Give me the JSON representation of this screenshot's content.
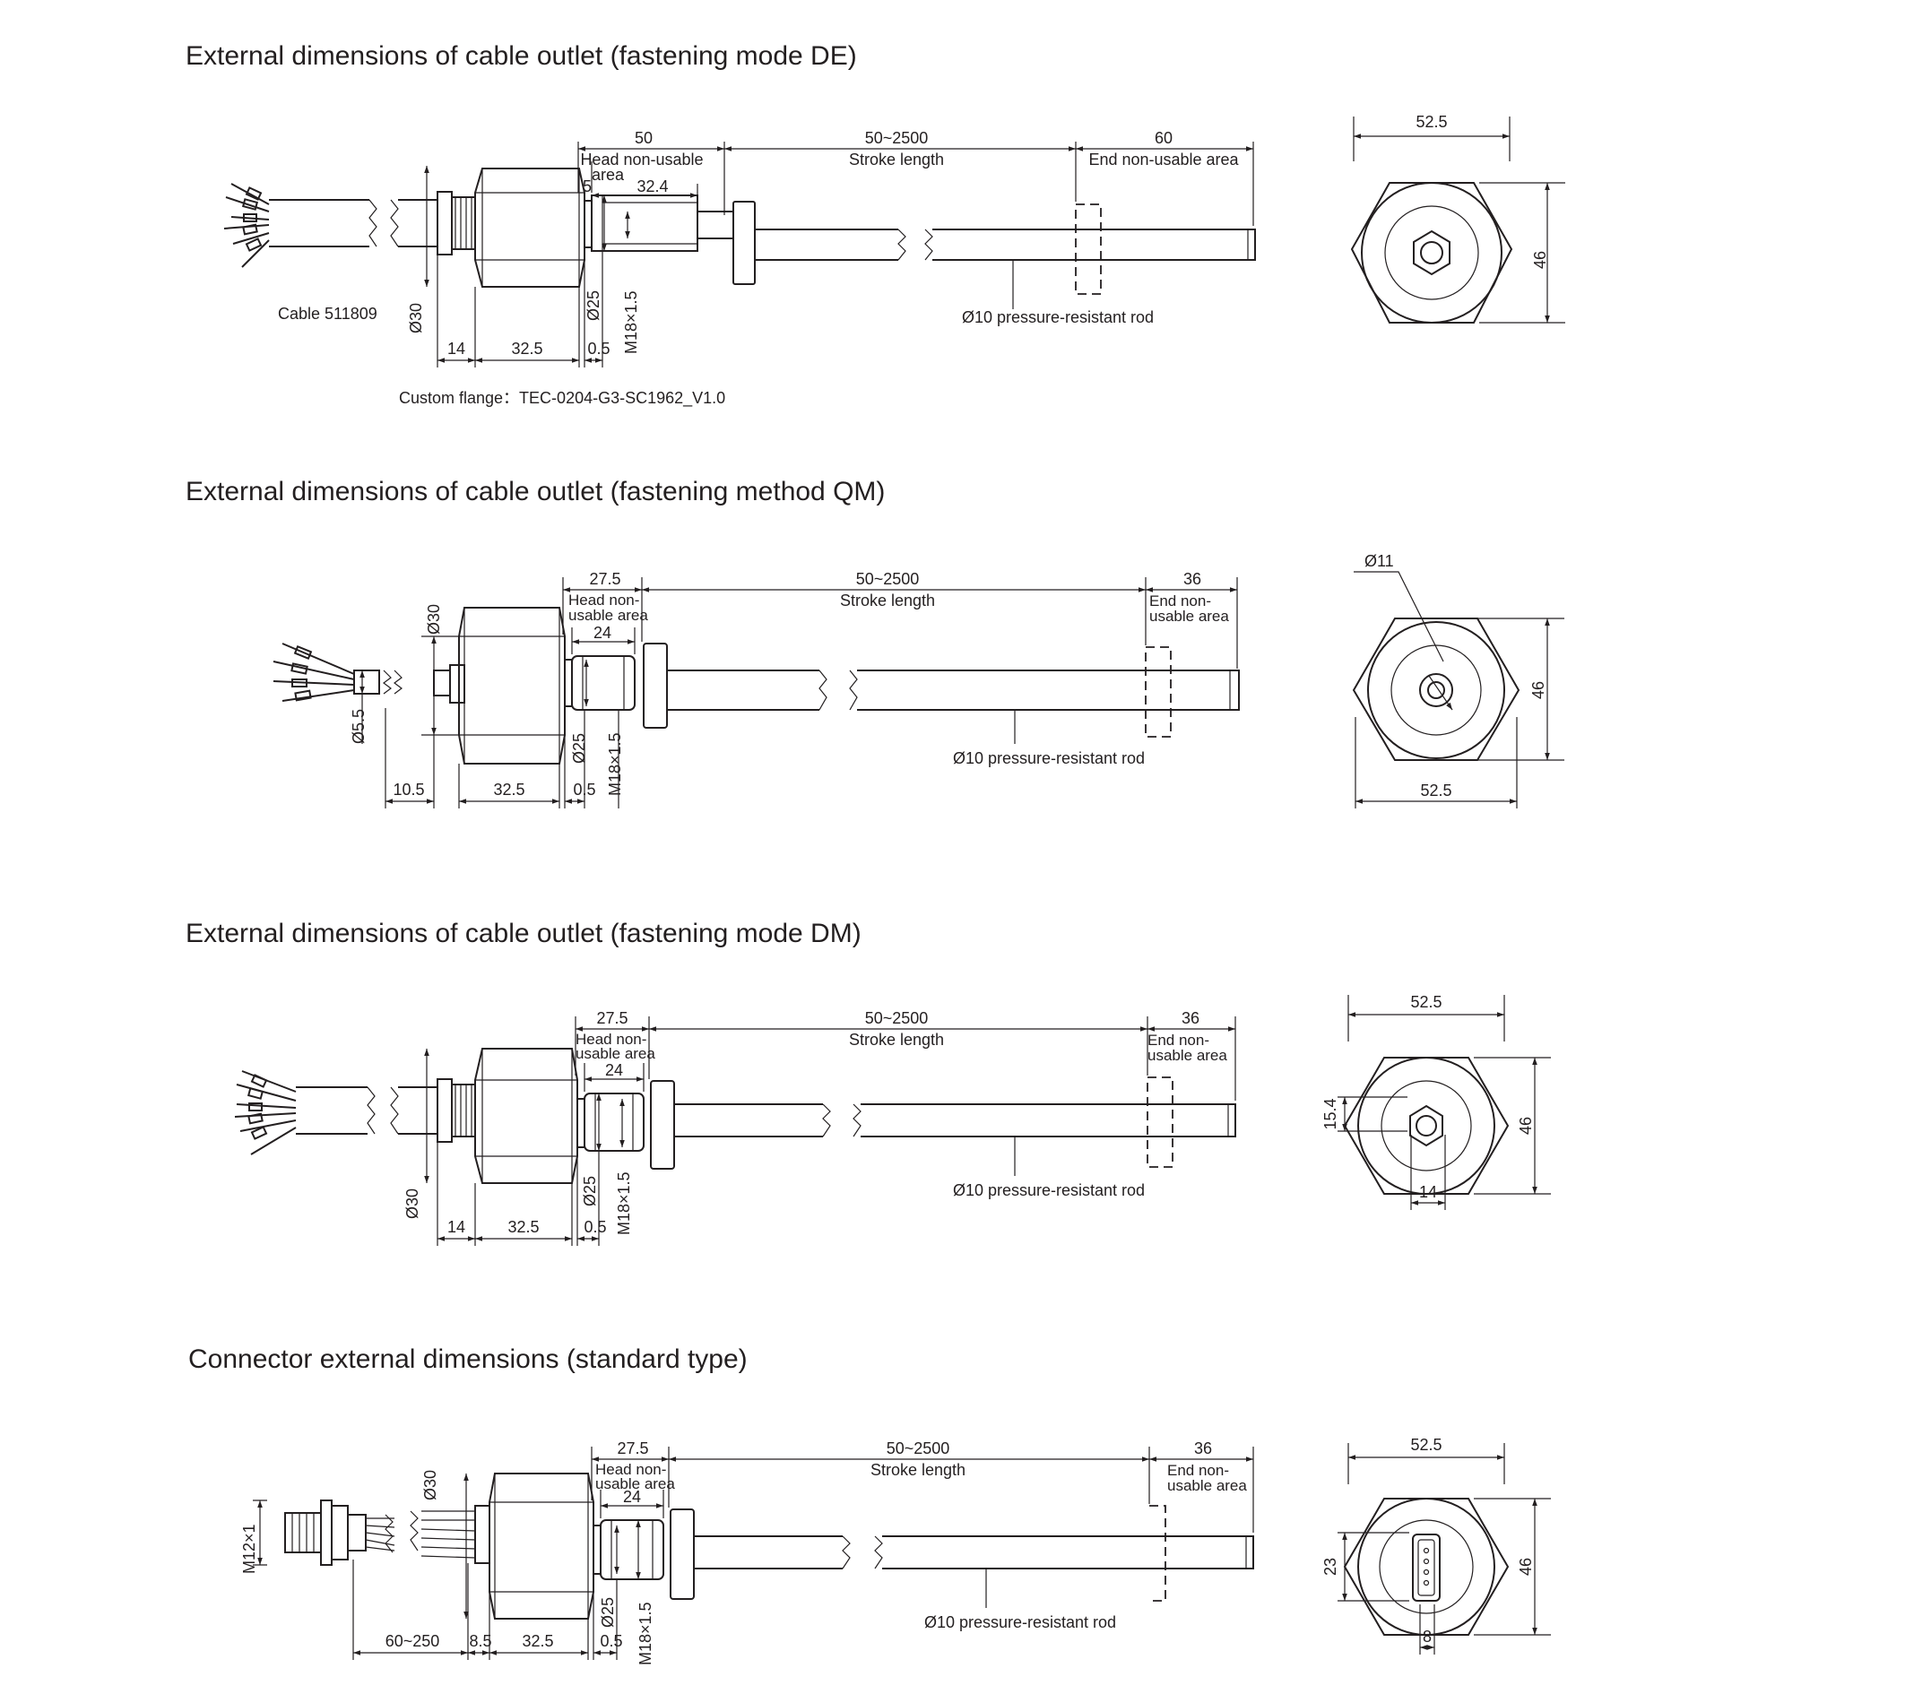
{
  "colors": {
    "line": "#231f20",
    "background": "#ffffff"
  },
  "sections": {
    "de": {
      "title": "External dimensions of cable outlet (fastening mode DE)",
      "dims": {
        "head_len": "50",
        "stroke_len": "50~2500",
        "end_len": "60",
        "gap": "5",
        "thread_len": "32.4",
        "d_body": "Ø30",
        "d_neck": "Ø25",
        "thread": "M18×1.5",
        "gland_len": "14",
        "hex_len": "32.5",
        "shoulder": "0.5",
        "end_w": "52.5",
        "end_h": "46"
      },
      "labels": {
        "head_area": "Head non-usable",
        "head_area2": "area",
        "stroke": "Stroke length",
        "end_area": "End non-usable area",
        "cable": "Cable 511809",
        "rod": "Ø10 pressure-resistant rod",
        "flange": "Custom flange：TEC-0204-G3-SC1962_V1.0"
      }
    },
    "qm": {
      "title": "External dimensions of cable outlet (fastening method QM)",
      "dims": {
        "head_len": "27.5",
        "stroke_len": "50~2500",
        "end_len": "36",
        "thread_len": "24",
        "d_body": "Ø30",
        "d_cable": "Ø5.5",
        "d_neck": "Ø25",
        "thread": "M18×1.5",
        "gland_len": "10.5",
        "hex_len": "32.5",
        "shoulder": "0.5",
        "d_center": "Ø11",
        "end_w": "52.5",
        "end_h": "46"
      },
      "labels": {
        "head_area": "Head non-",
        "head_area2": "usable area",
        "stroke": "Stroke length",
        "end_area": "End non-",
        "end_area2": "usable area",
        "rod": "Ø10 pressure-resistant rod"
      }
    },
    "dm": {
      "title": "External dimensions of cable outlet (fastening mode DM)",
      "dims": {
        "head_len": "27.5",
        "stroke_len": "50~2500",
        "end_len": "36",
        "thread_len": "24",
        "d_body": "Ø30",
        "d_neck": "Ø25",
        "thread": "M18×1.5",
        "gland_len": "14",
        "hex_len": "32.5",
        "shoulder": "0.5",
        "end_w": "52.5",
        "end_h": "46",
        "nut_h": "15.4",
        "nut_w": "14"
      },
      "labels": {
        "head_area": "Head non-",
        "head_area2": "usable area",
        "stroke": "Stroke length",
        "end_area": "End non-",
        "end_area2": "usable area",
        "rod": "Ø10 pressure-resistant rod"
      }
    },
    "conn": {
      "title": "Connector external dimensions (standard type)",
      "dims": {
        "head_len": "27.5",
        "stroke_len": "50~2500",
        "end_len": "36",
        "thread_len": "24",
        "d_body": "Ø30",
        "d_neck": "Ø25",
        "thread": "M18×1.5",
        "connector_thread": "M12×1",
        "cable_len": "60~250",
        "gland_len": "8.5",
        "hex_len": "32.5",
        "shoulder": "0.5",
        "end_w": "52.5",
        "end_h": "46",
        "socket_h": "23",
        "socket_w": "8"
      },
      "labels": {
        "head_area": "Head non-",
        "head_area2": "usable area",
        "stroke": "Stroke length",
        "end_area": "End non-",
        "end_area2": "usable area",
        "rod": "Ø10 pressure-resistant rod"
      }
    }
  }
}
